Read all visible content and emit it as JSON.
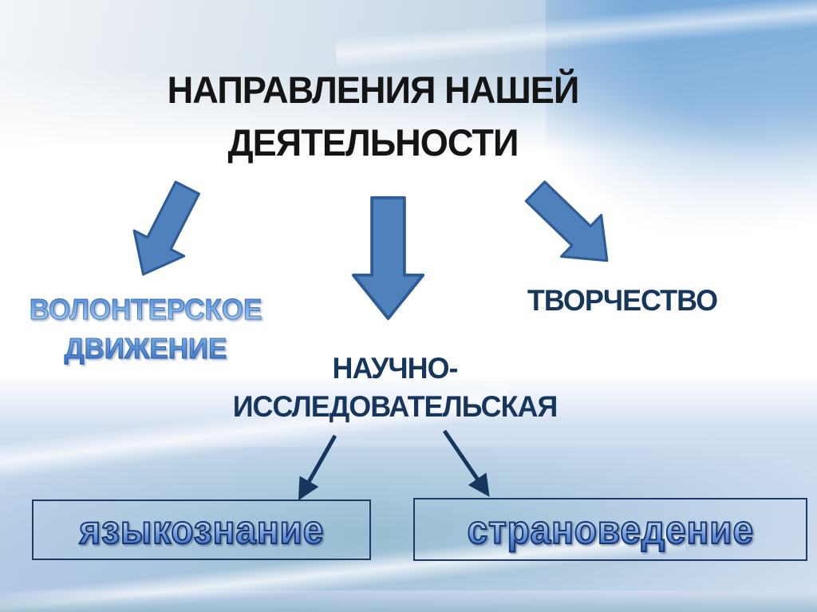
{
  "slide": {
    "title": {
      "line1": "НАПРАВЛЕНИЯ НАШЕЙ",
      "line2": "ДЕЯТЕЛЬНОСТИ"
    },
    "branches": {
      "volunteer": {
        "line1": "ВОЛОНТЕРСКОЕ",
        "line2": "ДВИЖЕНИЕ"
      },
      "research": {
        "line1": "НАУЧНО-",
        "line2": "ИССЛЕДОВАТЕЛЬСКАЯ"
      },
      "creativity": {
        "label": "ТВОРЧЕСТВО"
      }
    },
    "boxes": {
      "linguistics": {
        "label": "языкознание"
      },
      "country_studies": {
        "label": "страноведение"
      }
    },
    "colors": {
      "arrow_fill": "#4f81bd",
      "arrow_outline": "#2e5b96",
      "navy_text": "#17365d",
      "title_text": "#141414",
      "wordart_blue": "#2f6ec4",
      "box_border": "#1f3864",
      "background_band_blue": "#86b1dc",
      "background_teal": "#7dafbe"
    }
  }
}
